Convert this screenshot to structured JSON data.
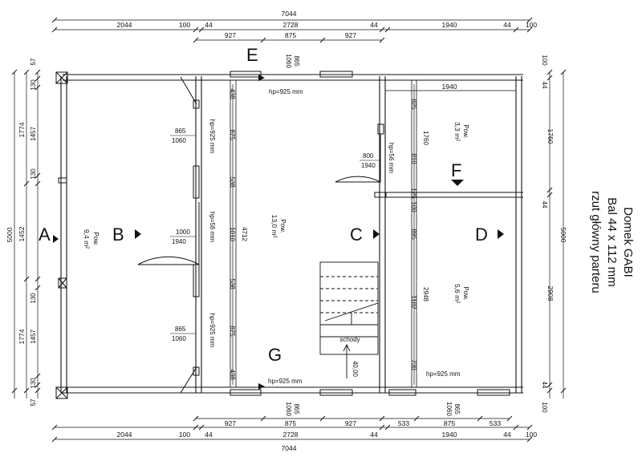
{
  "title": {
    "line1": "Domek GABI",
    "line2": "Bal 44 x 112 mm",
    "line3": "rzut główny parteru"
  },
  "top_dims": {
    "total": "7044",
    "row1": [
      "2044",
      "100",
      "44",
      "2728",
      "44",
      "1940",
      "44",
      "100"
    ],
    "row2": [
      "927",
      "875",
      "927"
    ]
  },
  "bottom_dims": {
    "total": "7044",
    "row1": [
      "2044",
      "100",
      "44",
      "2728",
      "44",
      "1940",
      "44",
      "100"
    ],
    "row2": [
      "927",
      "875",
      "927",
      "533",
      "875",
      "533"
    ]
  },
  "left_dims": {
    "total": "5000",
    "col1": [
      "1774",
      "1452",
      "1774"
    ],
    "col2": [
      "57",
      "130",
      "1457",
      "130",
      "130",
      "1457",
      "130",
      "57"
    ]
  },
  "right_dims": {
    "total": "5000",
    "col1": [
      "1760",
      "2908"
    ],
    "col2": [
      "100",
      "44",
      "44",
      "44",
      "100"
    ]
  },
  "inner_dims": {
    "b_col": [
      "438",
      "875",
      "538",
      "1010",
      "538",
      "875",
      "438"
    ],
    "b_total": "4712",
    "c_col": [
      "825",
      "1760",
      "810",
      "125",
      "100",
      "895",
      "2948",
      "1182",
      "730"
    ],
    "f_width": "1940"
  },
  "rooms": {
    "A": {
      "letter": "A",
      "pow": "Pow.",
      "area": "9,4 m²"
    },
    "B": {
      "letter": "B",
      "pow": "Pow.",
      "area": "13,0 m²"
    },
    "C": {
      "letter": "C"
    },
    "D": {
      "letter": "D",
      "pow": "Pow.",
      "area": "5,6 m²"
    },
    "E": {
      "letter": "E"
    },
    "F": {
      "letter": "F",
      "pow": "Pow.",
      "area": "3,3 m²"
    },
    "G": {
      "letter": "G"
    }
  },
  "openings": {
    "win_top_e": {
      "w": "865",
      "h": "1060",
      "hp": "hp=925 mm"
    },
    "win_left_top": {
      "w": "865",
      "h": "1060",
      "hp": "hp=925 mm"
    },
    "door_b": {
      "w": "1000",
      "h": "1940",
      "hp": "hp=56 mm"
    },
    "win_left_bottom": {
      "w": "865",
      "h": "1060",
      "hp": "hp=925 mm"
    },
    "door_f": {
      "w": "800",
      "h": "1940",
      "hp": "hp=56 mm"
    },
    "win_bottom_g": {
      "w": "865",
      "h": "1060",
      "hp": "hp=925 mm"
    },
    "win_bottom_d": {
      "w": "865",
      "h": "1060",
      "hp": "hp=925 mm"
    }
  },
  "stairs": {
    "label": "schody",
    "step": "40,00"
  }
}
